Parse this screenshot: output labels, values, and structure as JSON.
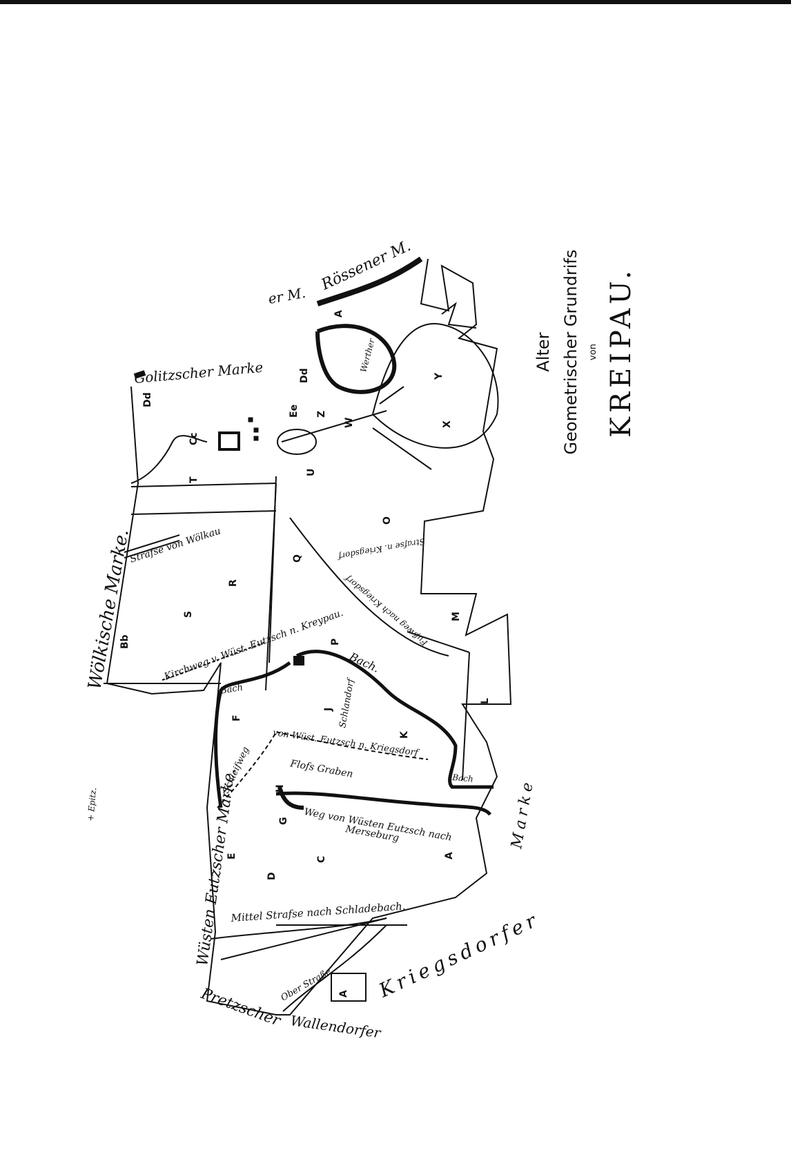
{
  "title": {
    "line1": "Alter",
    "line2": "Geometrischer Grundrifs",
    "line3": "von",
    "line4": "KREIPAU."
  },
  "borders": {
    "roessener": "Rössener M.",
    "upper_m": "er M.",
    "golitzscher": "Golitzscher Marke",
    "woelkische": "Wölkische Marke.",
    "wuesten_eutzscher": "Wüsten Eutzscher Marke.",
    "pretzscher": "Pretzscher",
    "wallendorfer": "Wallendorfer",
    "kriegsdorfer": "Kriegsdorfer",
    "marke_right": "Marke"
  },
  "roads": {
    "strasse_woelkau": "Strafse von Wölkau",
    "kirchweg": "Kirchweg v. Wüst. Eutzsch n. Kreypau.",
    "bach_1": "Bach",
    "bach_2": "Bach.",
    "bach_3": "Bach",
    "schlendorf": "Schlandorf",
    "schleifweg": "Schleifweg",
    "von_wuest": "von Wüst. Eutzsch n. Kriegsdorf",
    "floss_graben": "Flofs Graben",
    "weg_merseburg_1": "Weg von Wüsten Eutzsch nach",
    "weg_merseburg_2": "Merseburg",
    "mittel_strasse": "Mittel Strafse nach Schladebach.",
    "ober_strasse": "Ober Straße",
    "strasse_kriegsdorf": "Strafse n. Kriegsdorf",
    "fussweg": "Fußweg nach Kriegsdorf",
    "werther": "Werther",
    "epitz": "+ Epitz."
  },
  "plots": [
    "Dd",
    "Cc",
    "T",
    "Bb",
    "S",
    "R",
    "Q",
    "P",
    "F",
    "J",
    "K",
    "L",
    "M",
    "O",
    "U",
    "W",
    "Z",
    "Ee",
    "Dd",
    "A",
    "Y",
    "X",
    "E",
    "D",
    "C",
    "A",
    "G",
    "H",
    "A"
  ]
}
